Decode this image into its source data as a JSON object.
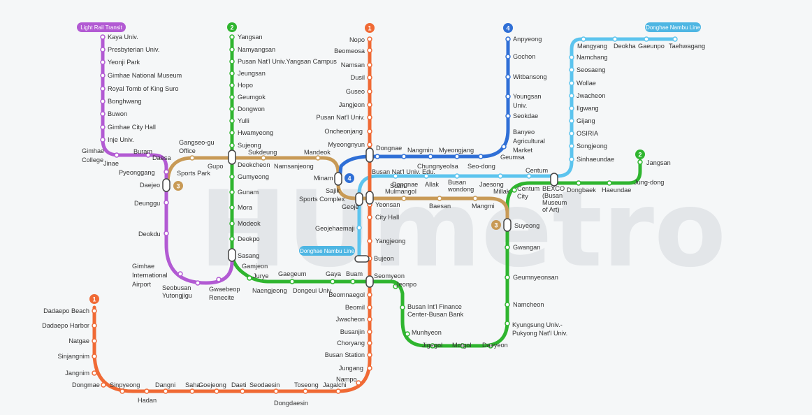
{
  "watermark": "HUmetro",
  "colors": {
    "line1": "#f06a35",
    "line2": "#2fb52f",
    "line3": "#c89a56",
    "line4": "#2f6fd6",
    "lrt": "#b25ad3",
    "donghae": "#5cc4ee"
  },
  "badges": {
    "line1_top": "1",
    "line1_left": "1",
    "line2_top": "2",
    "line2_right": "2",
    "line3_daejeo": "3",
    "line3_suyeong": "3",
    "line4_top": "4",
    "line4_minam": "4"
  },
  "pills": {
    "lrt": "Light Rail Transit",
    "donghae_top": "Donghae Nambu Line",
    "donghae_bottom": "Donghae Nambu Line"
  },
  "stations": {
    "kaya": "Kaya Univ.",
    "presbyterian": "Presbyterian Univ.",
    "yeonjipark": "Yeonji Park",
    "gimhaemuseum": "Gimhae National Museum",
    "royaltomb": "Royal Tomb of King Suro",
    "bonghwang": "Bonghwang",
    "buwon": "Buwon",
    "gimhaecityhall": "Gimhae City Hall",
    "inje": "Inje Univ.",
    "gimhaecollege_1": "Gimhae",
    "gimhaecollege_2": "College",
    "jinae": "Jinae",
    "buram": "Buram",
    "daesa": "Daesa",
    "pyeonggang": "Pyeonggang",
    "daejeo": "Daejeo",
    "deunggu": "Deunggu",
    "deokdu": "Deokdu",
    "airport_1": "Gimhae",
    "airport_2": "International",
    "airport_3": "Airport",
    "seobusan_1": "Seobusan",
    "seobusan_2": "Yutongjigu",
    "gwaebeop_1": "Gwaebeop",
    "gwaebeop_2": "Renecite",
    "gangseo_1": "Gangseo-gu",
    "gangseo_2": "Office",
    "sportspark": "Sports Park",
    "gupo": "Gupo",
    "sukdeung": "Sukdeung",
    "namsanjeong": "Namsanjeong",
    "mandeok": "Mandeok",
    "minam": "Minam",
    "sajik": "Sajik",
    "sportscomplex": "Sports Complex",
    "geoje": "Geoje",
    "yangsan": "Yangsan",
    "namyangsan": "Namyangsan",
    "pusanyangsan": "Pusan Nat'l Univ.Yangsan Campus",
    "jeungsan": "Jeungsan",
    "hopo": "Hopo",
    "geumgok": "Geumgok",
    "dongwon": "Dongwon",
    "yulli": "Yulli",
    "hwamyeong": "Hwamyeong",
    "sujeong": "Sujeong",
    "deokcheon": "Deokcheon",
    "gumyeong": "Gumyeong",
    "gunam": "Gunam",
    "mora": "Mora",
    "modeok": "Modeok",
    "deokpo": "Deokpo",
    "sasang": "Sasang",
    "gamjeon": "Gamjeon",
    "jurye": "Jurye",
    "naengjeong": "Naengjeong",
    "gaegeum": "Gaegeum",
    "dongeui": "Dongeui Univ.",
    "gaya": "Gaya",
    "buam": "Buam",
    "seomyeon": "Seomyeon",
    "jeonpo": "Jeonpo",
    "bifc_1": "Busan Int'l Finance",
    "bifc_2": "Center-Busan Bank",
    "munhyeon": "Munhyeon",
    "jigegol": "Jigegol",
    "motgol": "Motgol",
    "daeyeon": "Daeyeon",
    "kyungsung_1": "Kyungsung Univ.-",
    "kyungsung_2": "Pukyong Nat'l Univ.",
    "namcheon": "Namcheon",
    "geumnyeonsan": "Geumnyeonsan",
    "gwangan": "Gwangan",
    "suyeong": "Suyeong",
    "centumcity_1": "Centum",
    "centumcity_2": "City",
    "bexco_1": "BEXCO",
    "bexco_2": "(Busan",
    "bexco_3": "Museum",
    "bexco_4": "of Art)",
    "dongbaek": "Dongbaek",
    "haeundae": "Haeundae",
    "jungdong": "Jung-dong",
    "jangsan": "Jangsan",
    "nopo": "Nopo",
    "beomeosa": "Beomeosa",
    "namsan": "Namsan",
    "dusil": "Dusil",
    "guseo": "Guseo",
    "jangjeon": "Jangjeon",
    "pusanuniv": "Pusan Nat'l Univ.",
    "oncheonjang": "Oncheonjang",
    "myeongnyun": "Myeongnyun",
    "dongnae": "Dongnae",
    "busanedu": "Busan Nat'l Univ. Edu.",
    "yeonsan": "Yeonsan",
    "cityhall": "City Hall",
    "yangjeong": "Yangjeong",
    "bujeon": "Bujeon",
    "beomnaegol": "Beomnaegol",
    "beomil": "Beomil",
    "jwacheon1": "Jwacheon",
    "busanjin": "Busanjin",
    "choryang": "Choryang",
    "busanstation": "Busan Station",
    "jungang": "Jungang",
    "nampo": "Nampo",
    "jagalchi": "Jagalchi",
    "toseong": "Toseong",
    "dongdaesin": "Dongdaesin",
    "seodaesin": "Seodaesin",
    "daeti": "Daeti",
    "goejeong": "Goejeong",
    "saha": "Saha",
    "dangni": "Dangni",
    "hadan": "Hadan",
    "sinpyeong": "Sinpyeong",
    "dongmae": "Dongmae",
    "jangnim": "Jangnim",
    "sinjangnim": "Sinjangnim",
    "natgae": "Natgae",
    "dadaepoharbor": "Dadaepo Harbor",
    "dadaepobeach": "Dadaepo Beach",
    "suan": "Suan",
    "nangmin": "Nangmin",
    "myeongjang": "Myeongjang",
    "chungnyeolsa": "Chungnyeolsa",
    "seodong": "Seo-dong",
    "geumsa": "Geumsa",
    "banyeo_1": "Banyeo",
    "banyeo_2": "Agricultural",
    "banyeo_3": "Market",
    "seokdae": "Seokdae",
    "youngsan_1": "Youngsan",
    "youngsan_2": "Univ.",
    "witbansong": "Witbansong",
    "gochon": "Gochon",
    "anpyeong": "Anpyeong",
    "mulmangol": "Mulmangol",
    "baesan": "Baesan",
    "mangmi": "Mangmi",
    "dongnae_l3": "Dongnae",
    "allak": "Allak",
    "busanwondong_1": "Busan",
    "busanwondong_2": "wondong",
    "jaesong": "Jaesong",
    "centum": "Centum",
    "millak": "Millak",
    "geojehaemaji": "Geojehaemaji",
    "mangyang": "Mangyang",
    "deokha": "Deokha",
    "gaeunpo": "Gaeunpo",
    "taehwagang": "Taehwagang",
    "namchang": "Namchang",
    "seosaeng": "Seosaeng",
    "wollae": "Wollae",
    "jwacheon2": "Jwacheon",
    "ilgwang": "Ilgwang",
    "gijang": "Gijang",
    "osiria": "OSIRIA",
    "songjeong": "Songjeong",
    "sinhaeundae": "Sinhaeundae"
  }
}
